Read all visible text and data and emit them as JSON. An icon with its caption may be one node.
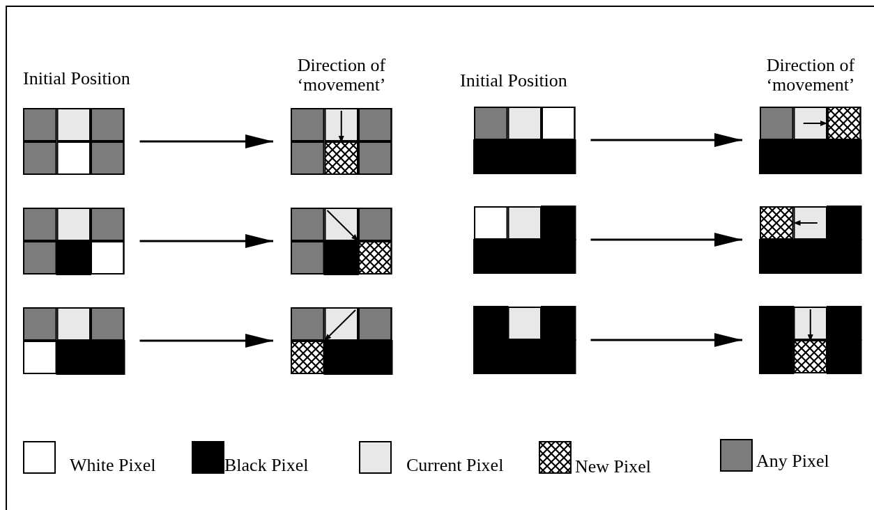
{
  "diagram": {
    "nodes": [
      {
        "text": [],
        "shape": "grid"
      },
      {
        "text": [],
        "shape": "grid"
      },
      {
        "text": [],
        "shape": "grid"
      },
      {
        "text": [],
        "shape": "grid"
      },
      {
        "text": [],
        "shape": "grid"
      },
      {
        "text": [],
        "shape": "grid"
      },
      {
        "text": [],
        "shape": "grid"
      },
      {
        "text": [],
        "shape": "grid"
      },
      {
        "text": [],
        "shape": "grid"
      },
      {
        "text": [],
        "shape": "grid"
      },
      {
        "text": [],
        "shape": "grid"
      },
      {
        "text": [],
        "shape": "grid"
      }
    ],
    "edges": [
      {
        "from": 0,
        "to": 1,
        "arrow": "to"
      },
      {
        "from": 2,
        "to": 3,
        "arrow": "to"
      },
      {
        "from": 4,
        "to": 5,
        "arrow": "to"
      },
      {
        "from": 6,
        "to": 7,
        "arrow": "to"
      },
      {
        "from": 8,
        "to": 9,
        "arrow": "to"
      },
      {
        "from": 10,
        "to": 11,
        "arrow": "to"
      }
    ],
    "labels": [
      "Initial Position",
      "Direction of ‘movement’",
      "Initial Position",
      "Direction of ‘movement’"
    ],
    "legend": [
      {
        "text": "White Pixel",
        "color": "#ffffff"
      },
      {
        "text": "Black Pixel",
        "color": "#000000"
      },
      {
        "text": "Current Pixel",
        "color": "#e8e8e8"
      },
      {
        "text": "New Pixel"
      },
      {
        "text": "Any Pixel",
        "color": "#7c7c7c"
      }
    ]
  }
}
